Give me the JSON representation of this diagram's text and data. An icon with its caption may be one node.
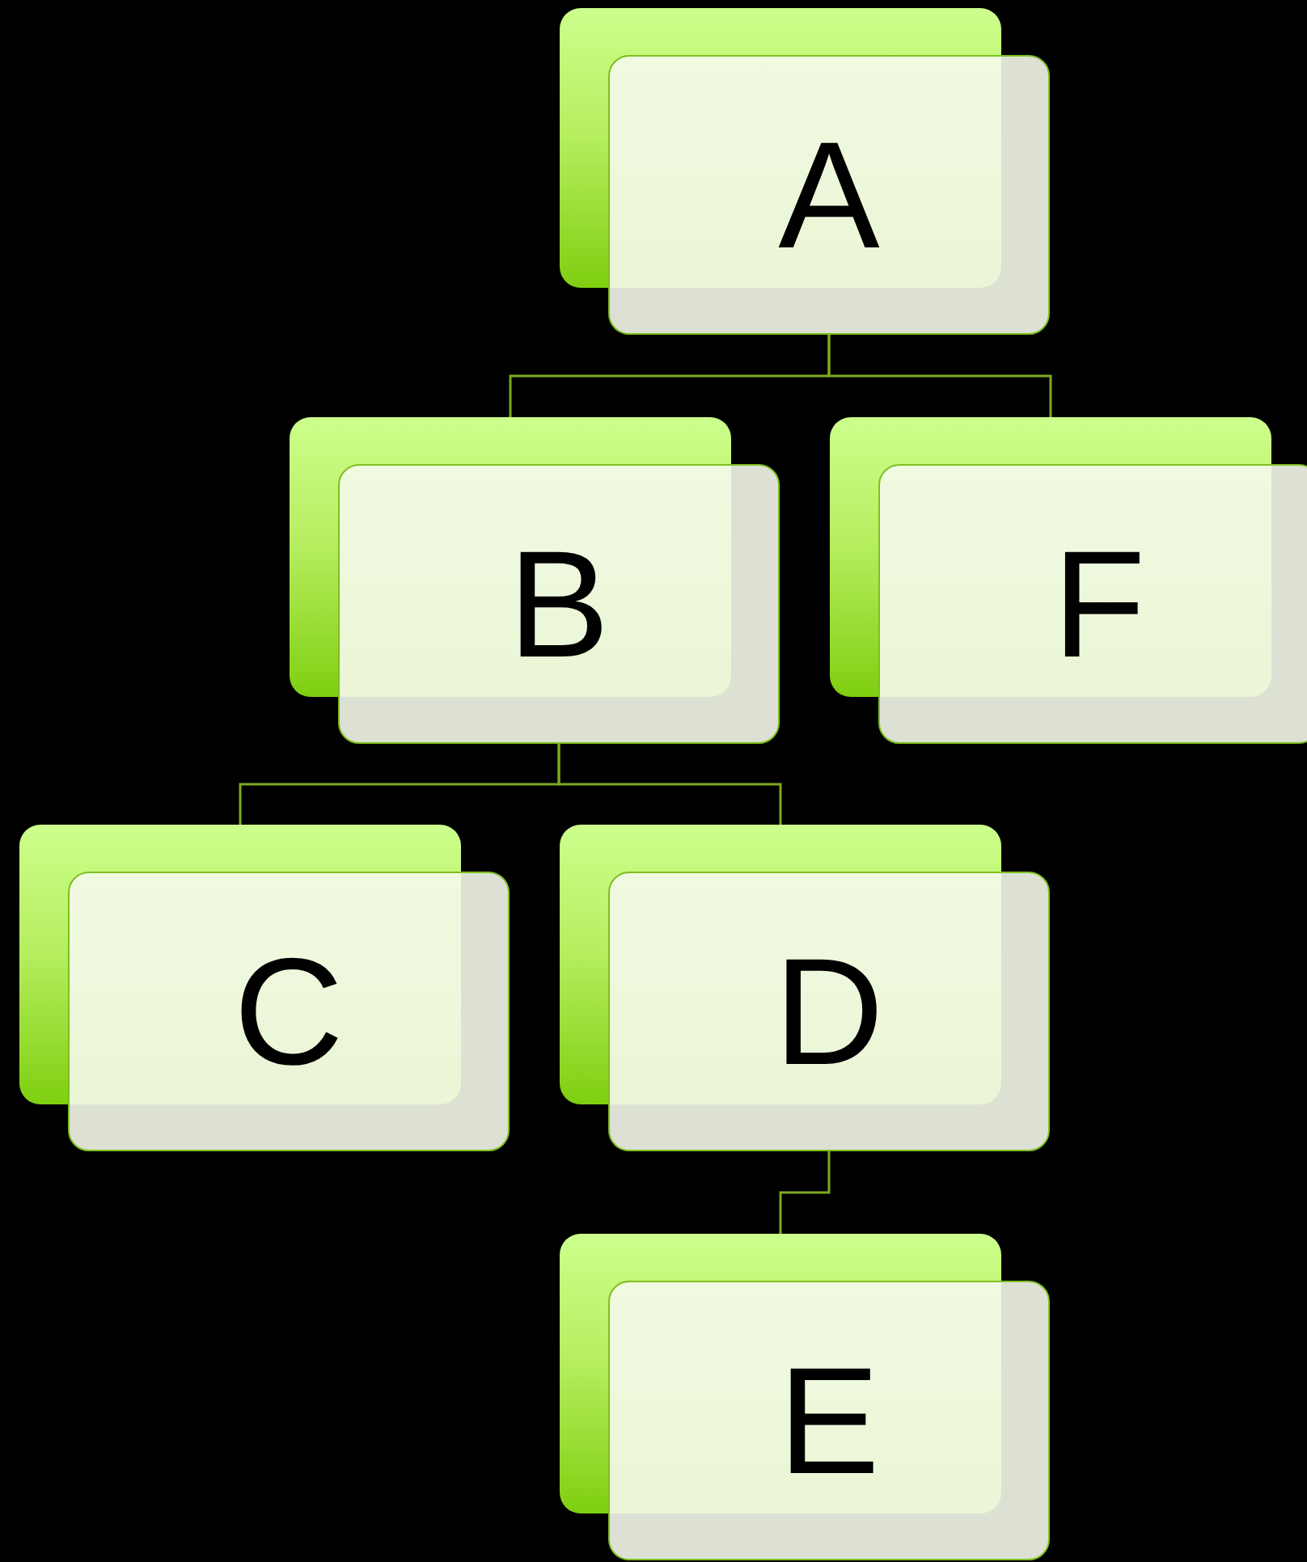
{
  "diagram": {
    "nodes": [
      {
        "text": [
          "A"
        ]
      },
      {
        "text": [
          "B"
        ]
      },
      {
        "text": [
          "F"
        ]
      },
      {
        "text": [
          "C"
        ]
      },
      {
        "text": [
          "D"
        ]
      },
      {
        "text": [
          "E"
        ]
      }
    ],
    "edges": [
      {
        "from": 0,
        "to": 1,
        "arrow": "none"
      },
      {
        "from": 0,
        "to": 2,
        "arrow": "none"
      },
      {
        "from": 1,
        "to": 3,
        "arrow": "none"
      },
      {
        "from": 1,
        "to": 4,
        "arrow": "none"
      },
      {
        "from": 4,
        "to": 5,
        "arrow": "none"
      }
    ]
  }
}
